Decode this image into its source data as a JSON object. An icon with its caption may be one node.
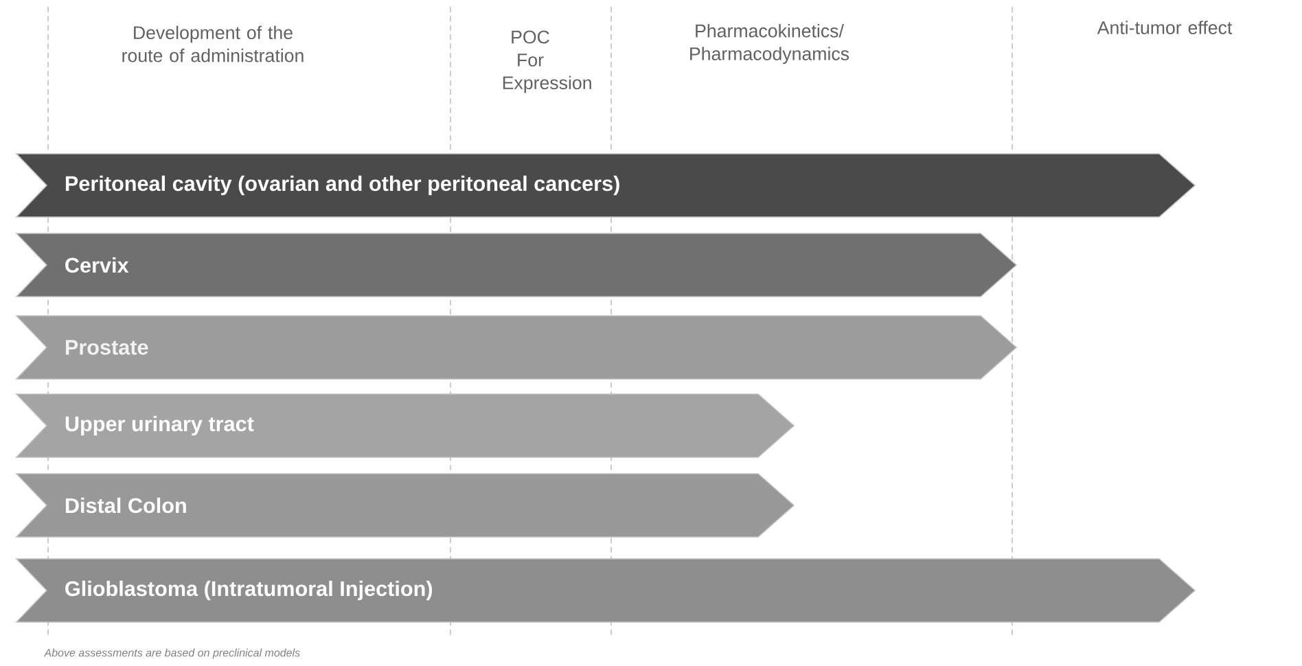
{
  "diagram": {
    "caption": "Above assessments are based on preclinical models",
    "nodes": [
      {
        "text": [
          "Peritoneal cavity (ovarian and other peritoneal cancers)"
        ]
      },
      {
        "text": [
          "Cervix"
        ]
      },
      {
        "text": [
          "Prostate"
        ]
      },
      {
        "text": [
          "Upper urinary tract"
        ]
      },
      {
        "text": [
          "Distal Colon"
        ]
      },
      {
        "text": [
          "Glioblastoma (Intratumoral Injection)"
        ]
      }
    ],
    "labels": [
      "Development of the route of administration",
      "POC For Expression",
      "Pharmacokinetics/ Pharmacodynamics",
      "Anti-tumor effect"
    ]
  }
}
